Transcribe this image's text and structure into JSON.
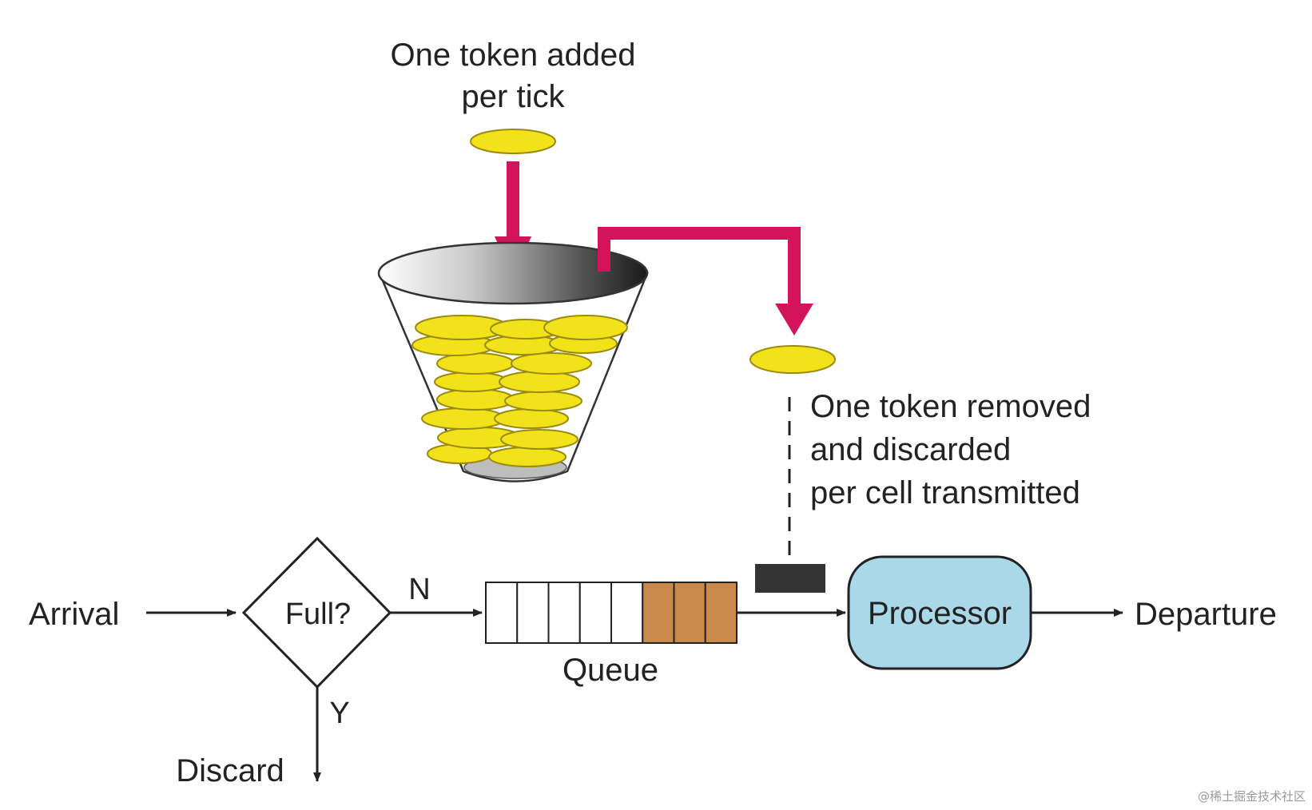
{
  "diagram": {
    "token_source_label_line1": "One token added",
    "token_source_label_line2": "per tick",
    "token_removed_label_line1": "One token removed",
    "token_removed_label_line2": "and discarded",
    "token_removed_label_line3": "per cell transmitted",
    "arrival_label": "Arrival",
    "decision_label": "Full?",
    "no_label": "N",
    "yes_label": "Y",
    "discard_label": "Discard",
    "queue_label": "Queue",
    "processor_label": "Processor",
    "departure_label": "Departure",
    "queue_total_slots": 8,
    "queue_filled_slots": 3
  },
  "colors": {
    "token_fill": "#f2e21a",
    "token_stroke": "#9a8a10",
    "arrow_magenta": "#d4145a",
    "queue_filled": "#c98a4b",
    "processor_fill": "#a9d8e8",
    "dark_cell": "#333333",
    "line": "#222222"
  },
  "watermark": "@稀土掘金技术社区"
}
